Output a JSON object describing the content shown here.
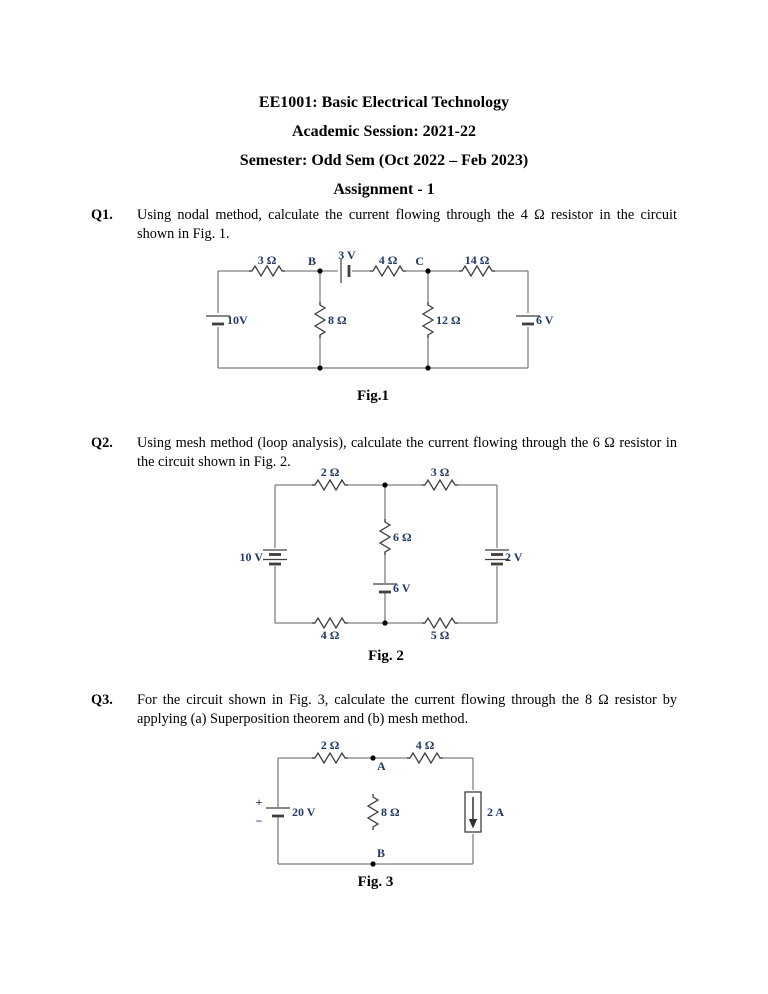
{
  "header": {
    "line1": "EE1001: Basic Electrical Technology",
    "line2": "Academic Session: 2021-22",
    "line3": "Semester: Odd Sem (Oct 2022 – Feb 2023)",
    "line4": "Assignment - 1"
  },
  "questions": [
    {
      "number": "Q1.",
      "text": "Using nodal method, calculate the current flowing through the 4 Ω resistor in the circuit shown in Fig. 1."
    },
    {
      "number": "Q2.",
      "text": "Using mesh method (loop analysis), calculate the current flowing through the 6 Ω resistor in the circuit shown in Fig. 2."
    },
    {
      "number": "Q3.",
      "text": "For the circuit shown in Fig. 3, calculate the current flowing through the 8 Ω resistor by applying (a) Superposition theorem and (b) mesh method."
    }
  ],
  "figures": {
    "fig1": {
      "caption": "Fig.1",
      "labels": {
        "r3": "3 Ω",
        "nodeB": "B",
        "v3": "3 V",
        "r4": "4 Ω",
        "nodeC": "C",
        "r14": "14 Ω",
        "v10": "10V",
        "r8": "8 Ω",
        "r12": "12 Ω",
        "v6": "6 V"
      }
    },
    "fig2": {
      "caption": "Fig. 2",
      "labels": {
        "r2": "2 Ω",
        "r3": "3 Ω",
        "v10": "10 V",
        "r6": "6 Ω",
        "v6": "6 V",
        "v2": "2 V",
        "r4": "4 Ω",
        "r5": "5 Ω"
      }
    },
    "fig3": {
      "caption": "Fig. 3",
      "labels": {
        "r2": "2 Ω",
        "r4": "4 Ω",
        "nodeA": "A",
        "v20": "20 V",
        "plus": "+",
        "minus": "−",
        "r8": "8 Ω",
        "i2": "2 A",
        "nodeB": "B"
      }
    }
  },
  "colors": {
    "label": "#1f3864",
    "wire": "#7f7f7f",
    "component": "#3f3f3f",
    "text": "#000000",
    "background": "#ffffff"
  }
}
